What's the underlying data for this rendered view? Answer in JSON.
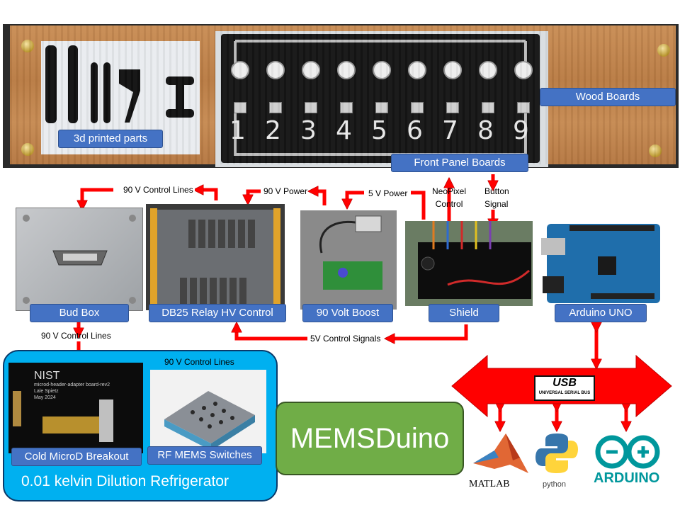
{
  "top_panel": {
    "printed_parts_label": "3d printed parts",
    "wood_boards_label": "Wood Boards",
    "front_panel_label": "Front Panel Boards",
    "digits": [
      "1",
      "2",
      "3",
      "4",
      "5",
      "6",
      "7",
      "8",
      "9"
    ]
  },
  "signals": {
    "neopixel": "NeoPixel\nControl",
    "button": "Button\nSignal",
    "ctrl_lines_top": "90 V Control Lines",
    "power_90v": "90 V Power",
    "power_5v": "5 V Power",
    "ctrl_lines_mid": "90 V Control Lines",
    "ctrl_lines_bottom": "90 V Control Lines",
    "control_signals_5v": "5V Control Signals"
  },
  "components": {
    "bud_box": "Bud Box",
    "relay": "DB25 Relay HV Control",
    "boost": "90 Volt Boost",
    "shield": "Shield",
    "uno": "Arduino UNO",
    "cold_breakout": "Cold MicroD Breakout",
    "rf_mems": "RF MEMS Switches"
  },
  "fridge_label": "0.01 kelvin Dilution Refrigerator",
  "center_title": "MEMSDuino",
  "usb": {
    "logo_text": "USB",
    "subtext": "UNIVERSAL SERIAL BUS"
  },
  "software": {
    "matlab": "MATLAB",
    "python": "python",
    "arduino": "ARDUINO"
  },
  "nist_board": {
    "brand": "NIST",
    "line1": "microd-header-adapter board-rev2",
    "line2": "Lale Spietz",
    "line3": "May 2024"
  },
  "colors": {
    "label_blue": "#4472c4",
    "arrow_red": "#ff0000",
    "fridge_blue": "#00b0f0",
    "memsduino_green": "#70ad47"
  }
}
